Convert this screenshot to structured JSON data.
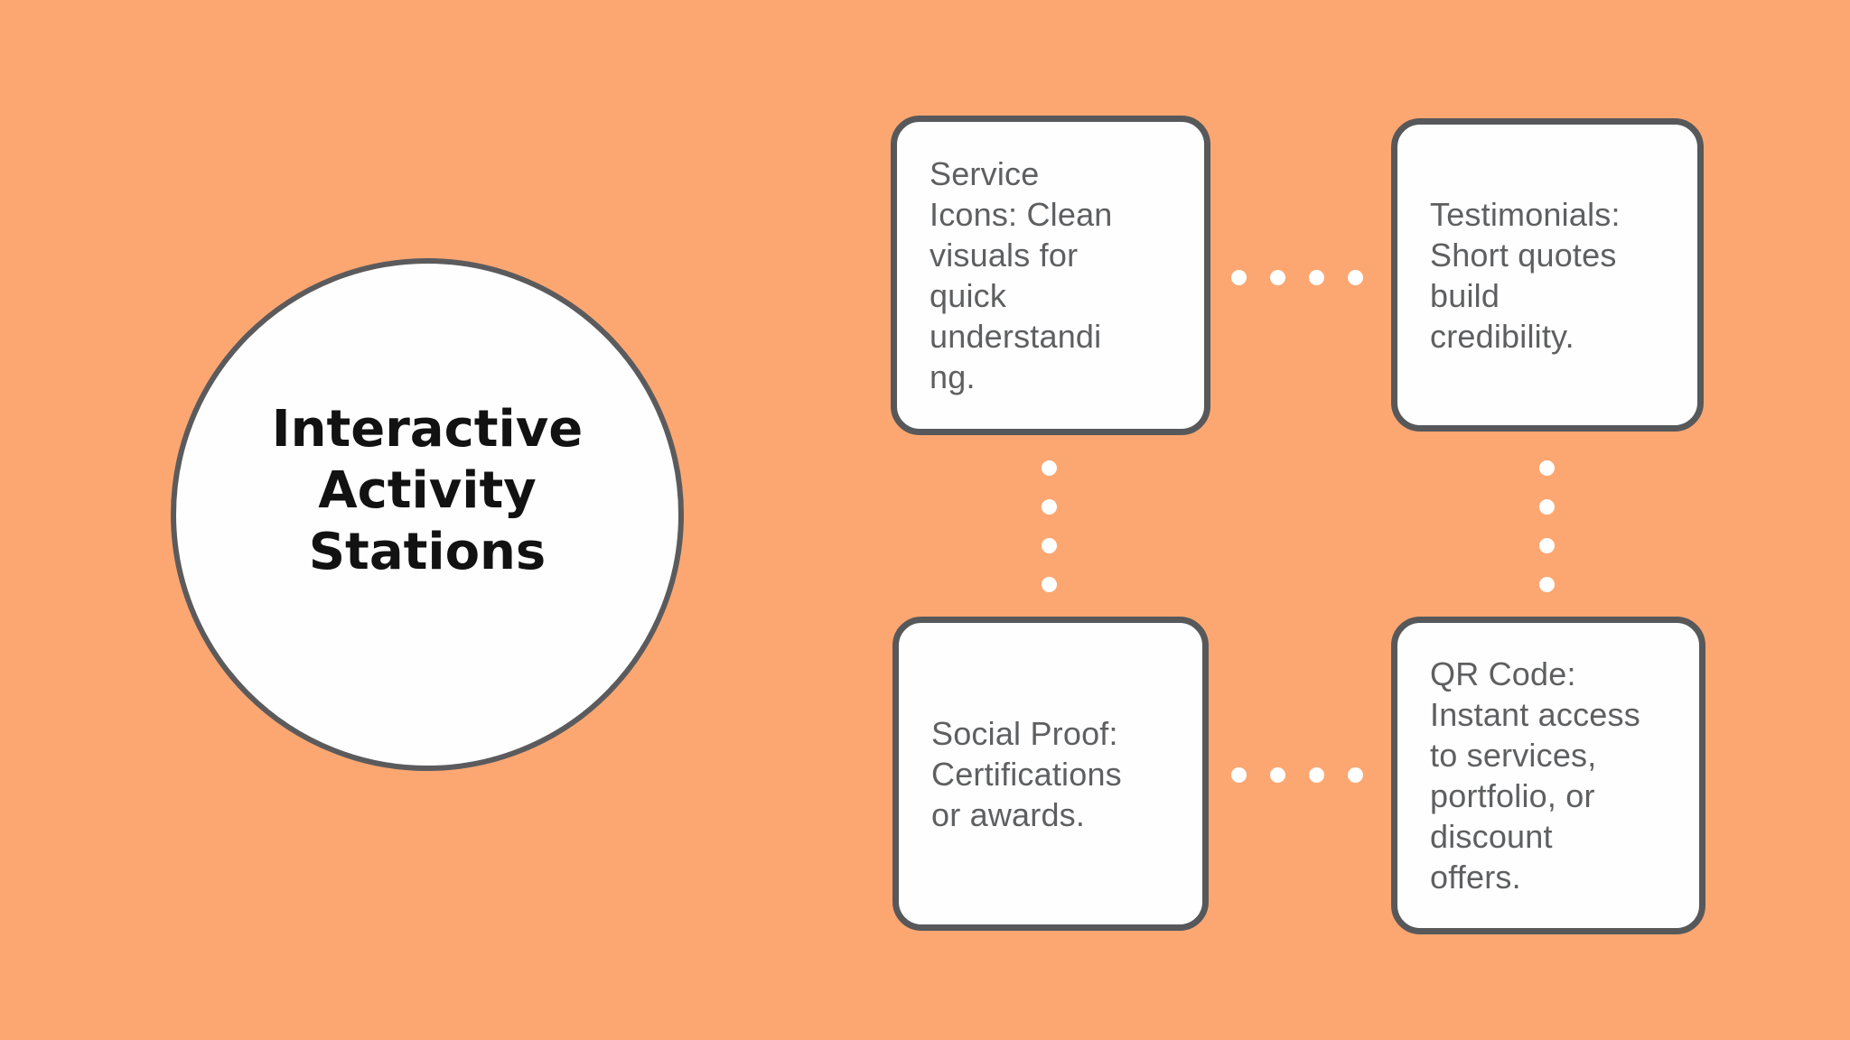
{
  "diagram": {
    "title": "Interactive\nActivity\nStations",
    "cards": [
      {
        "id": "service-icons",
        "text": "Service\nIcons: Clean\nvisuals for\nquick\nunderstandi\nng."
      },
      {
        "id": "testimonials",
        "text": "Testimonials:\nShort quotes\nbuild\ncredibility."
      },
      {
        "id": "social-proof",
        "text": "Social Proof:\nCertifications\nor awards."
      },
      {
        "id": "qr-code",
        "text": "QR Code:\nInstant access\nto services,\nportfolio, or\ndiscount\noffers."
      }
    ],
    "connector_dot_count": 4
  },
  "colors": {
    "background": "#FCA772",
    "node_fill": "#FEFEFE",
    "node_border": "#57585A",
    "body_text": "#5E5F61",
    "title_text": "#121212",
    "connector_dot": "#FFFFFF"
  }
}
